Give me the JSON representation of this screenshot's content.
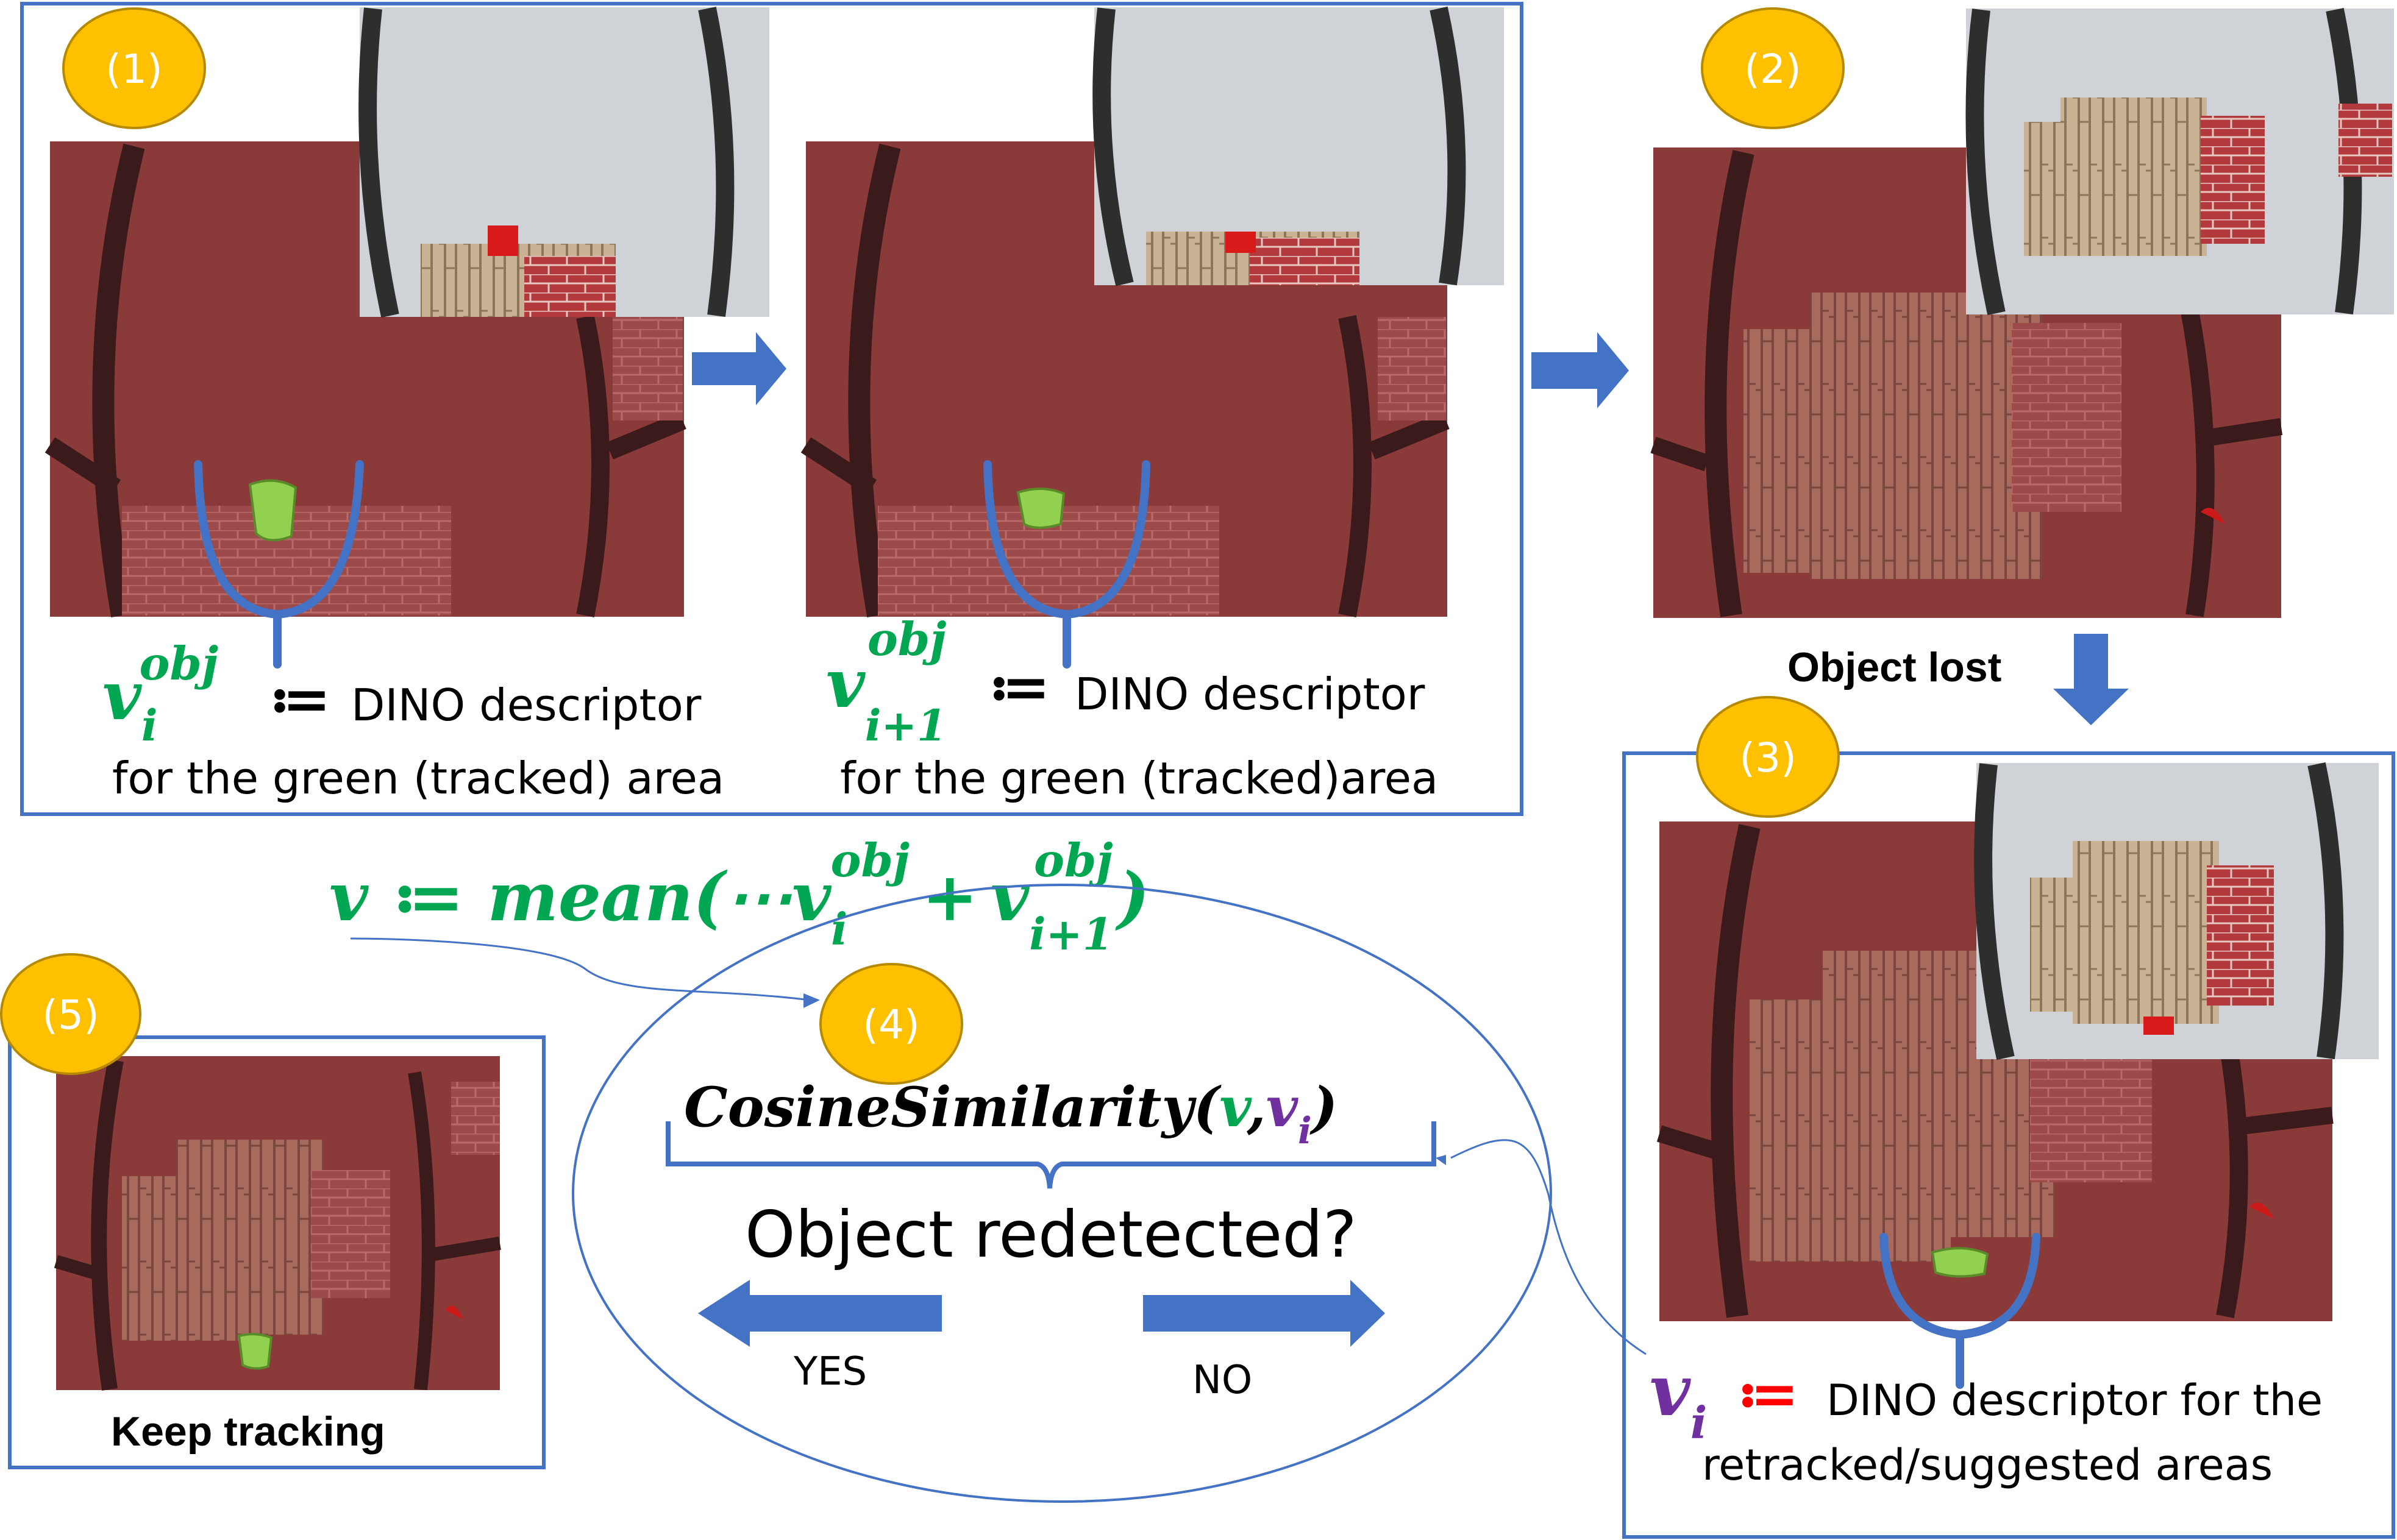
{
  "colors": {
    "frame_blue": "#4472c4",
    "arrow_blue": "#4472c4",
    "badge_fill": "#ffc000",
    "badge_stroke": "#b58900",
    "green": "#00a651",
    "purple": "#7030a0",
    "red": "#ff0000",
    "overlay_red": "#8b3a3a",
    "tracked_green": "#92d050"
  },
  "badges": {
    "b1": "(1)",
    "b2": "(2)",
    "b3": "(3)",
    "b4": "(4)",
    "b5": "(5)"
  },
  "step1": {
    "v": "v",
    "sub": "i",
    "sup": "obj",
    "assign": "≔",
    "descriptor": "DINO descriptor",
    "caption": "for the green (tracked) area"
  },
  "step1b": {
    "v": "v",
    "sub": "i+1",
    "sup": "obj",
    "assign": "≔",
    "descriptor": "DINO descriptor",
    "caption": "for the green (tracked)area"
  },
  "step2": {
    "label": "Object lost"
  },
  "step3": {
    "v": "v",
    "sub": "i",
    "assign": "≔",
    "descriptor": "DINO descriptor for the",
    "caption": "retracked/suggested areas"
  },
  "mean_formula": {
    "lhs": "v ≔ mean(⋯",
    "v1": "v",
    "v1_sub": "i",
    "v1_sup": "obj",
    "plus": "+",
    "v2": "v",
    "v2_sub": "i+1",
    "v2_sup": "obj",
    "close": ")"
  },
  "step4": {
    "func": "CosineSimilarity(",
    "arg1": "v",
    "comma": ",",
    "arg2": "v",
    "arg2_sub": "i",
    "close": ")",
    "question": "Object redetected?",
    "yes": "YES",
    "no": "NO"
  },
  "step5": {
    "label": "Keep tracking"
  }
}
